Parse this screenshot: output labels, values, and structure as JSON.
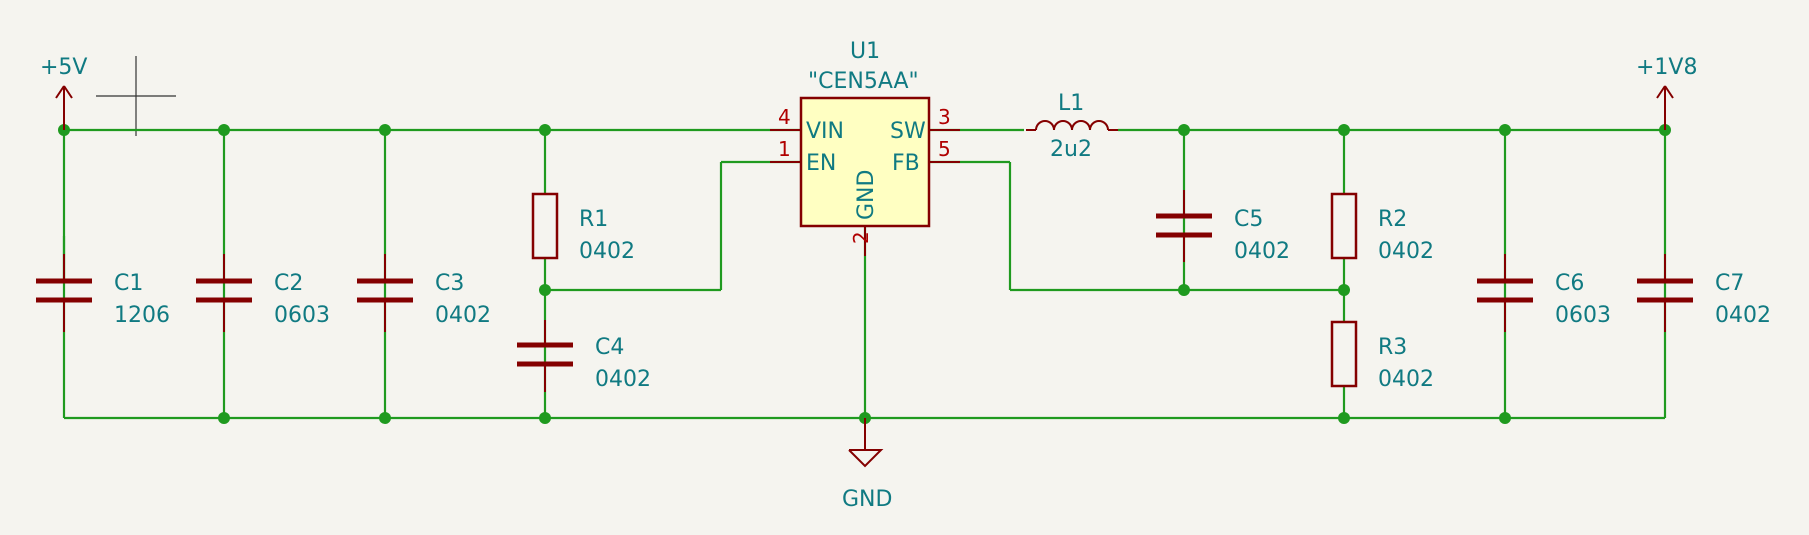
{
  "power": {
    "vin_label": "+5V",
    "vout_label": "+1V8",
    "gnd_label": "GND"
  },
  "ic": {
    "ref": "U1",
    "value": "\"CEN5AA\"",
    "pins": {
      "vin": {
        "name": "VIN",
        "num": "4"
      },
      "en": {
        "name": "EN",
        "num": "1"
      },
      "sw": {
        "name": "SW",
        "num": "3"
      },
      "fb": {
        "name": "FB",
        "num": "5"
      },
      "gnd": {
        "name": "GND",
        "num": "2"
      }
    }
  },
  "components": {
    "c1": {
      "ref": "C1",
      "value": "1206"
    },
    "c2": {
      "ref": "C2",
      "value": "0603"
    },
    "c3": {
      "ref": "C3",
      "value": "0402"
    },
    "c4": {
      "ref": "C4",
      "value": "0402"
    },
    "c5": {
      "ref": "C5",
      "value": "0402"
    },
    "c6": {
      "ref": "C6",
      "value": "0603"
    },
    "c7": {
      "ref": "C7",
      "value": "0402"
    },
    "r1": {
      "ref": "R1",
      "value": "0402"
    },
    "r2": {
      "ref": "R2",
      "value": "0402"
    },
    "r3": {
      "ref": "R3",
      "value": "0402"
    },
    "l1": {
      "ref": "L1",
      "value": "2u2"
    }
  },
  "colors": {
    "background": "#f5f4ef",
    "wire": "#1f9a1f",
    "symbol_outline": "#840000",
    "ic_fill": "#ffffc2",
    "label_text": "#107a82",
    "pin_number": "#b00000"
  }
}
